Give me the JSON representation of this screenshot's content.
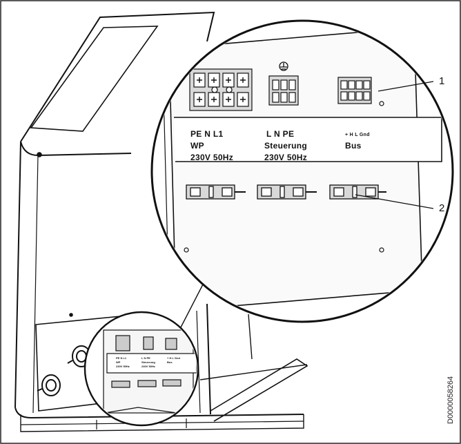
{
  "callouts": [
    "1",
    "2"
  ],
  "terminal_labels": {
    "wp": {
      "line1": "PE N L1",
      "line2": "WP",
      "line3": "230V 50Hz"
    },
    "control": {
      "line1": "L N PE",
      "line2": "Steuerung",
      "line3": "230V 50Hz"
    },
    "bus": {
      "line1": "+ H L Gnd",
      "line2": "Bus"
    }
  },
  "mini_labels": {
    "a1": "PE N L1",
    "a2": "WP",
    "a3": "230V 50Hz",
    "b1": "L N PE",
    "b2": "Steuerung",
    "b3": "230V 50Hz",
    "c1": "+ H L Gnd",
    "c2": "Bus"
  },
  "document_id": "D0000058264",
  "colors": {
    "line": "#111111",
    "panel": "#f4f4f4",
    "terminal": "#d9d9d9"
  },
  "icons": [
    "ground-symbol-icon",
    "screw-terminal-icon",
    "cable-gland-icon"
  ]
}
